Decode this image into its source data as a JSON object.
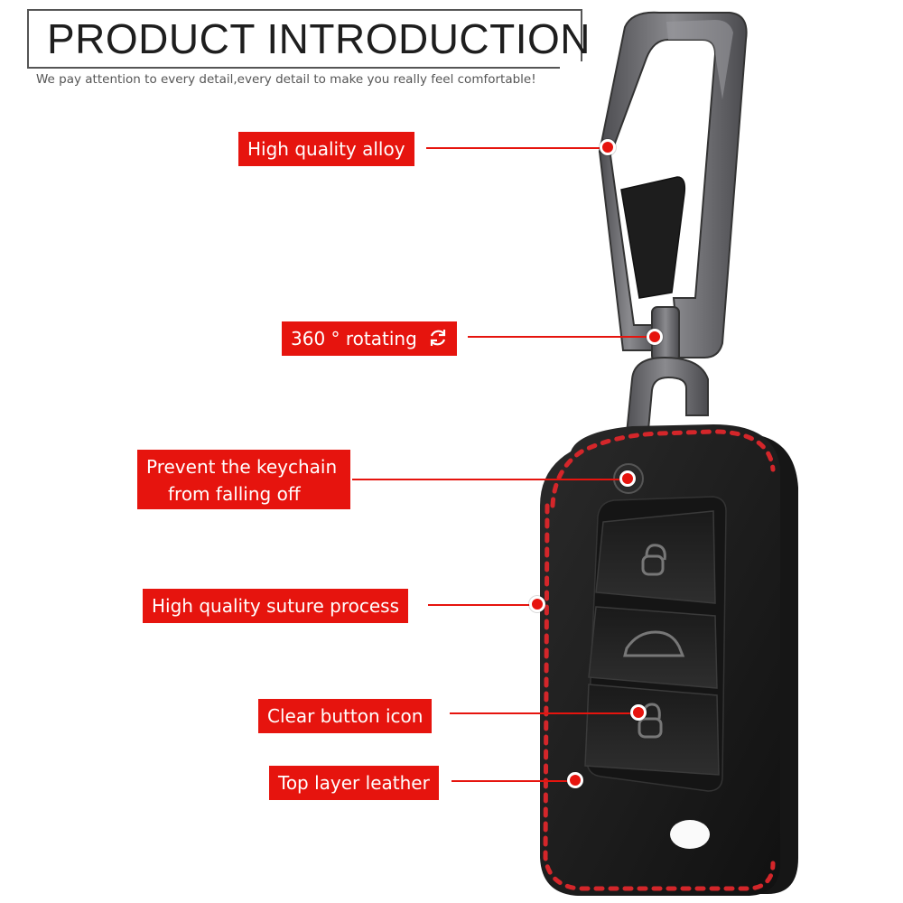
{
  "header": {
    "title": "PRODUCT INTRODUCTION",
    "subtitle": "We pay attention to every detail,every detail to make you really feel comfortable!"
  },
  "labels": {
    "alloy": "High quality alloy",
    "rotating": "360 ° rotating",
    "prevent_line1": "Prevent the keychain",
    "prevent_line2": "from falling off",
    "suture": "High quality suture process",
    "button_icon": "Clear button icon",
    "leather": "Top layer leather"
  },
  "icons": {
    "rotating": "rotate-arrows-icon"
  },
  "colors": {
    "accent": "#e6140e",
    "leather": "#1b1b1b",
    "stitch": "#d4262a",
    "metal": "#6f6f72"
  }
}
